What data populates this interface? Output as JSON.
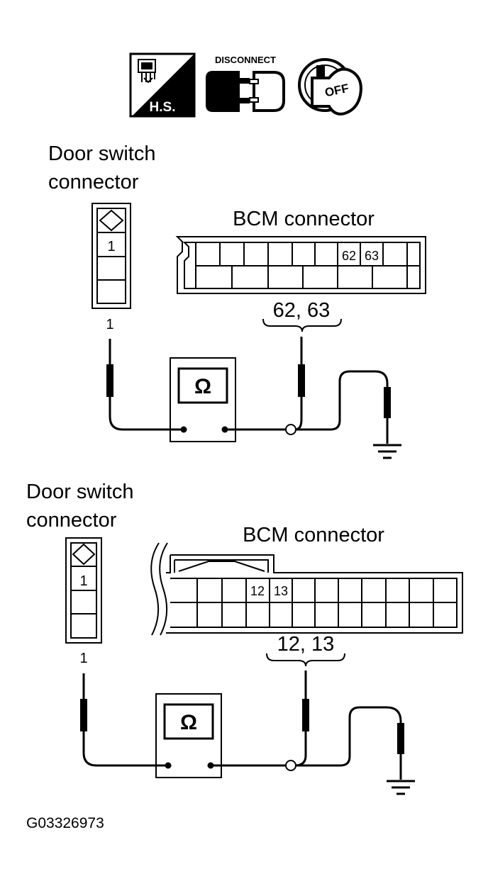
{
  "icons": {
    "hs_label": "H.S.",
    "disconnect_label": "DISCONNECT",
    "ignition_label": "OFF"
  },
  "diagram_top": {
    "door_switch_label_line1": "Door switch",
    "door_switch_label_line2": "connector",
    "door_switch_cavity": "1",
    "door_switch_terminal": "1",
    "bcm_label": "BCM connector",
    "bcm_cavity_a": "62",
    "bcm_cavity_b": "63",
    "bcm_terminals": "62, 63",
    "meter_symbol": "Ω"
  },
  "diagram_bottom": {
    "door_switch_label_line1": "Door switch",
    "door_switch_label_line2": "connector",
    "door_switch_cavity": "1",
    "door_switch_terminal": "1",
    "bcm_label": "BCM connector",
    "bcm_cavity_a": "12",
    "bcm_cavity_b": "13",
    "bcm_terminals": "12, 13",
    "meter_symbol": "Ω"
  },
  "figure_code": "G03326973"
}
